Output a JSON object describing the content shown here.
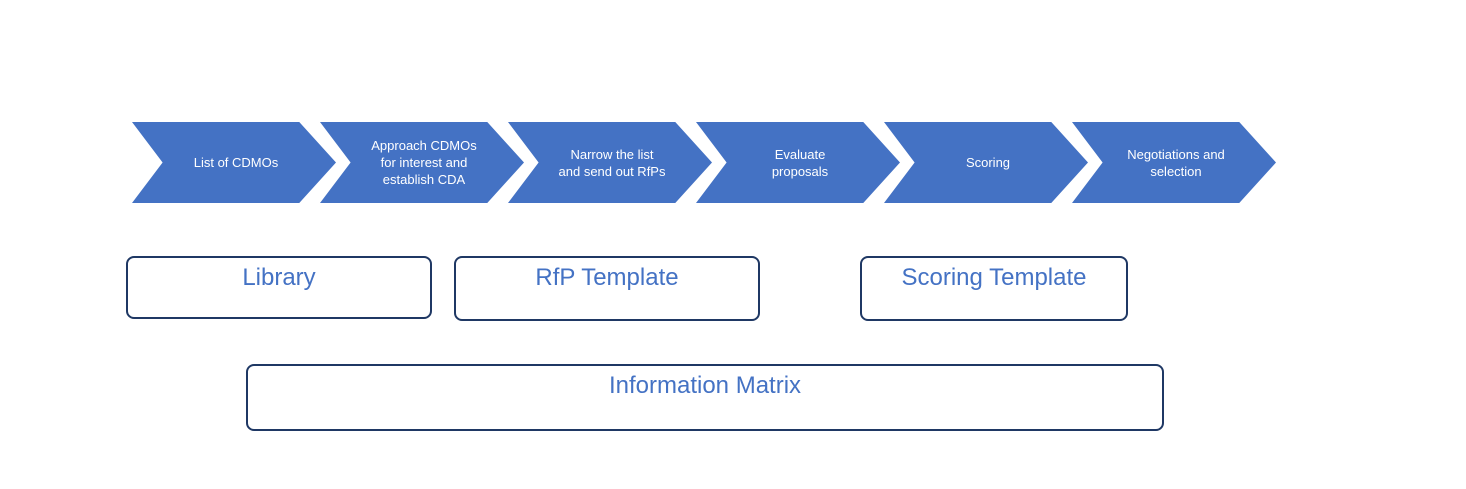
{
  "process_steps": [
    {
      "label": "List of CDMOs"
    },
    {
      "label": "Approach CDMOs\nfor interest and\nestablish CDA"
    },
    {
      "label": "Narrow the list\nand send out RfPs"
    },
    {
      "label": "Evaluate\nproposals"
    },
    {
      "label": "Scoring"
    },
    {
      "label": "Negotiations and\nselection"
    }
  ],
  "tools": {
    "library": "Library",
    "rfp_template": "RfP Template",
    "scoring_template": "Scoring Template",
    "information_matrix": "Information Matrix"
  },
  "colors": {
    "chevron_fill": "#4472c4",
    "chevron_text": "#ffffff",
    "box_border": "#1f3864",
    "box_text": "#4472c4"
  }
}
